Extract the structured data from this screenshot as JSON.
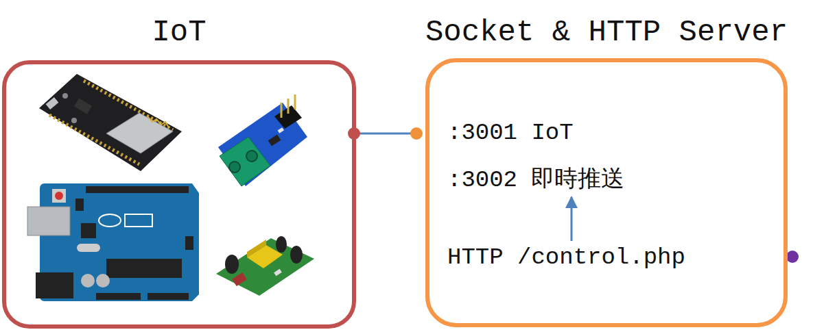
{
  "diagram": {
    "nodes": [
      {
        "text": [
          "IoT"
        ]
      },
      {
        "text": [
          "Socket & HTTP Server"
        ]
      },
      {
        "text": [
          ":3001 IoT"
        ],
        "in": 1
      },
      {
        "text": [
          ":3002 即時推送"
        ],
        "in": 1
      },
      {
        "text": [
          "HTTP /control.php"
        ],
        "in": 1
      }
    ],
    "edges": [
      {
        "from": 0,
        "to": 1,
        "arrow": "none"
      },
      {
        "from": 4,
        "to": 3,
        "arrow": "to"
      }
    ]
  }
}
